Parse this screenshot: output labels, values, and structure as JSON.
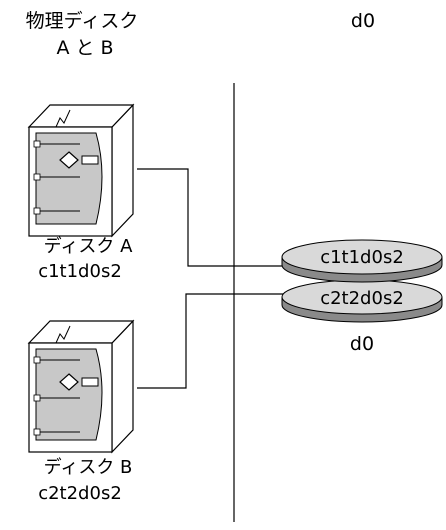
{
  "left_header": {
    "line1": "物理ディスク",
    "line2": "A と B"
  },
  "right_header": "d0",
  "disks": [
    {
      "name": "ディスク A",
      "slice": "c1t1d0s2"
    },
    {
      "name": "ディスク B",
      "slice": "c2t2d0s2"
    }
  ],
  "volume": {
    "slices": [
      "c1t1d0s2",
      "c2t2d0s2"
    ],
    "label": "d0"
  },
  "colors": {
    "disk_gray": "#c8c8c8",
    "platter_light": "#d9d9d9",
    "platter_dark": "#8a8a8a",
    "line": "#000000"
  }
}
